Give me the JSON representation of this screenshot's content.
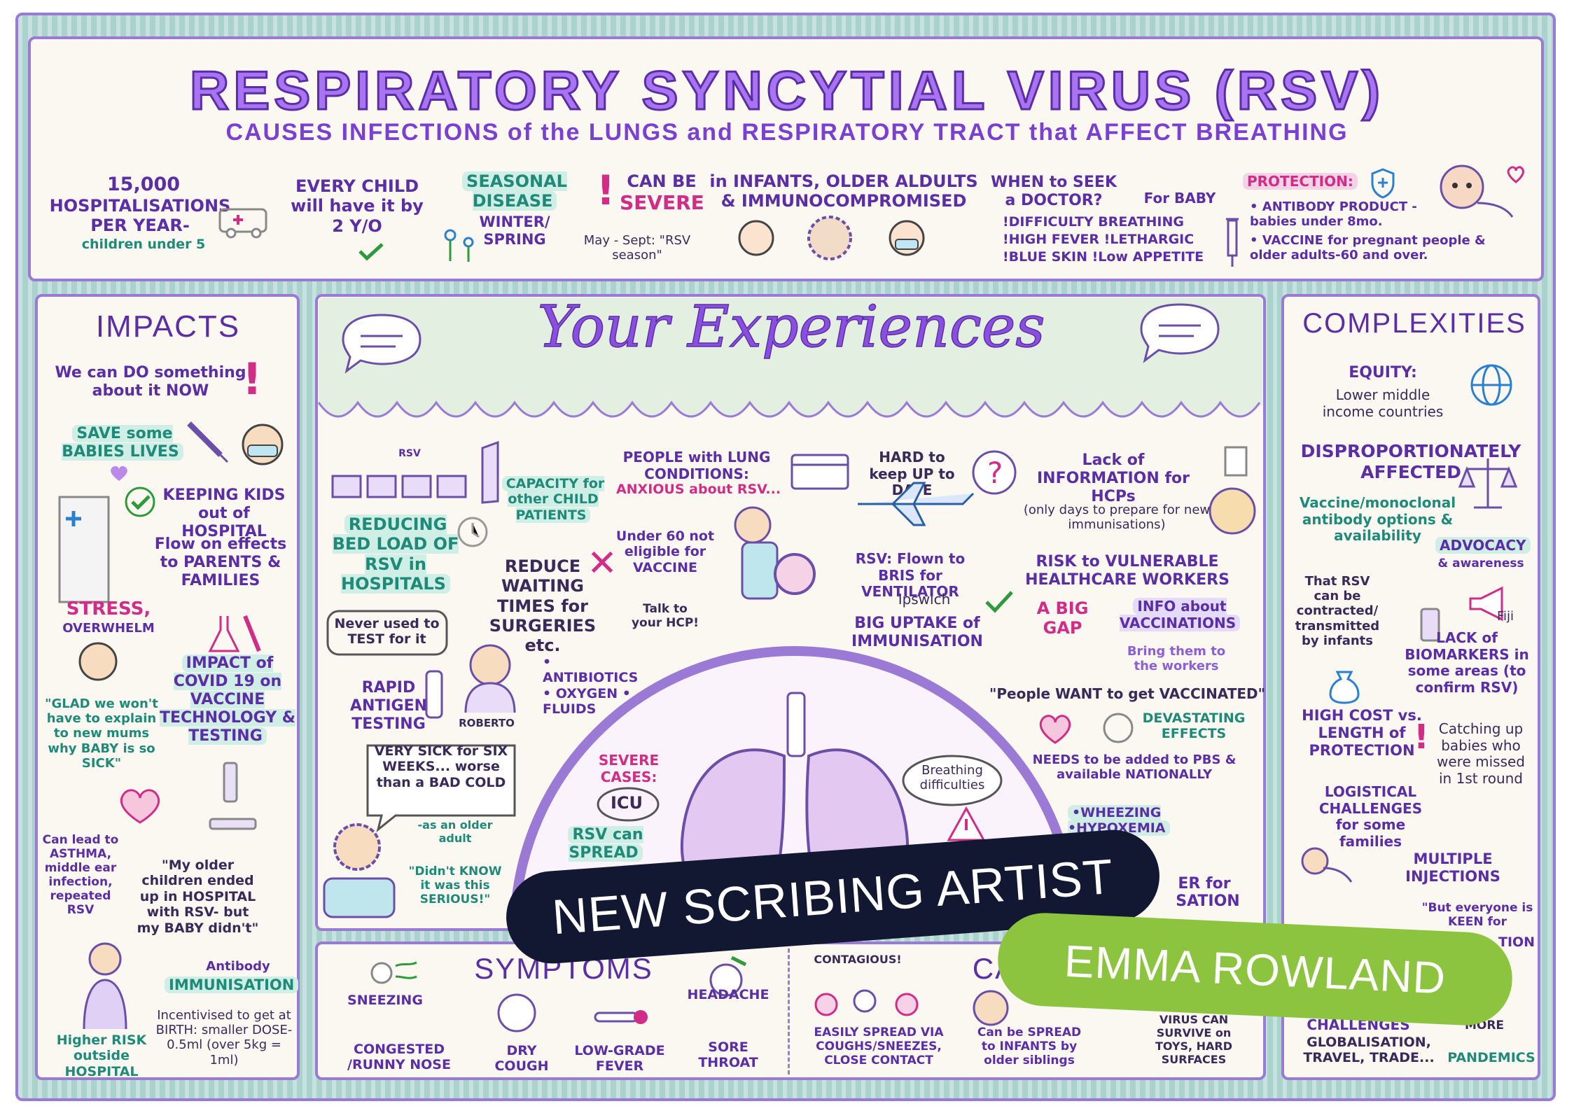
{
  "header": {
    "title": "RESPIRATORY SYNCYTIAL VIRUS (RSV)",
    "subtitle": "CAUSES INFECTIONS of the LUNGS and RESPIRATORY TRACT that AFFECT BREATHING",
    "hosp_num": "15,000",
    "hosp_text": "HOSPITALISATIONS PER YEAR-",
    "hosp_sub": "children under 5",
    "every_child": "EVERY CHILD will have it by 2 Y/O",
    "seasonal": "SEASONAL DISEASE",
    "winter": "WINTER/ SPRING",
    "may_sept": "May - Sept: \"RSV season\"",
    "can_be": "CAN BE",
    "severe": "SEVERE",
    "in_infants": "in INFANTS, OLDER ALDULTS & IMMUNOCOMPROMISED",
    "when_seek": "WHEN to SEEK a DOCTOR?",
    "for_baby": "For BABY",
    "sym1": "!DIFFICULTY BREATHING",
    "sym2": "!HIGH FEVER !LETHARGIC",
    "sym3": "!BLUE SKIN !Low APPETITE",
    "protection": "PROTECTION:",
    "prot1": "• ANTIBODY PRODUCT -babies under 8mo.",
    "prot2": "• VACCINE for pregnant people & older adults-60 and over."
  },
  "impacts": {
    "heading": "IMPACTS",
    "do_now": "We can DO something about it NOW",
    "save": "SAVE some BABIES LIVES",
    "keeping": "KEEPING KIDS out of HOSPITAL",
    "flow": "Flow on effects to PARENTS & FAMILIES",
    "stress": "STRESS,",
    "overwhelm": "OVERWHELM",
    "glad": "\"GLAD we won't have to explain to new mums why BABY is so SICK\"",
    "covid": "IMPACT of COVID 19 on VACCINE TECHNOLOGY & TESTING",
    "asthma": "Can lead to ASTHMA, middle ear infection, repeated RSV",
    "older_children": "\"My older children ended up in HOSPITAL with RSV- but my BABY didn't\"",
    "antibody": "Antibody",
    "immunisation": "IMMUNISATION",
    "incentivised": "Incentivised to get at BIRTH: smaller DOSE- 0.5ml (over 5kg = 1ml)",
    "higher_risk": "Higher RISK outside HOSPITAL"
  },
  "experiences": {
    "heading": "Your Experiences",
    "rsv_label": "RSV",
    "reducing": "REDUCING BED LOAD OF RSV in HOSPITALS",
    "capacity": "CAPACITY for other CHILD PATIENTS",
    "waiting": "REDUCE WAITING TIMES for SURGERIES etc.",
    "people_lung": "PEOPLE with LUNG CONDITIONS:",
    "anxious": "ANXIOUS about RSV...",
    "under60": "Under 60 not eligible for VACCINE",
    "hard_keep": "HARD to keep UP to DATE",
    "lack_info": "Lack of INFORMATION for HCPs",
    "only_days": "(only days to prepare for new immunisations)",
    "never_used": "Never used to TEST for it",
    "talk": "Talk to your HCP!",
    "flown": "RSV: Flown to BRIS for VENTILATOR",
    "ipswich": "Ipswich",
    "big_uptake": "BIG UPTAKE of IMMUNISATION",
    "risk_hcw": "RISK to VULNERABLE HEALTHCARE WORKERS",
    "big_gap": "A BIG GAP",
    "info_vacc": "INFO about VACCINATIONS",
    "bring": "Bring them to the workers",
    "rapid": "RAPID ANTIGEN TESTING",
    "roberto": "ROBERTO",
    "antibiotics": "• ANTIBIOTICS • OXYGEN • FLUIDS",
    "people_want": "\"People WANT to get VACCINATED\"",
    "devastating": "DEVASTATING EFFECTS",
    "very_sick": "VERY SICK for SIX WEEKS... worse than a BAD COLD",
    "older_adult": "-as an older adult",
    "didnt_know": "\"Didn't KNOW it was this SERIOUS!\"",
    "severe_cases": "SEVERE CASES:",
    "icu": "ICU",
    "rsv_spread": "RSV can SPREAD",
    "breathing": "Breathing difficulties",
    "needs_pbs": "NEEDS to be added to PBS & available NATIONALLY",
    "wheezing": "•WHEEZING •HYPOXEMIA",
    "er_for": "ER for",
    "sation": "SATION"
  },
  "complexities": {
    "heading": "COMPLEXITIES",
    "equity": "EQUITY:",
    "lower_middle": "Lower middle income countries",
    "dispro": "DISPROPORTIONATELY AFFECTED",
    "vaccine_mono": "Vaccine/monoclonal antibody options & availability",
    "advocacy": "ADVOCACY",
    "awareness": "& awareness",
    "that_rsv": "That RSV can be contracted/ transmitted by infants",
    "fiji": "Fiji",
    "lack_bio": "LACK of BIOMARKERS in some areas (to confirm RSV)",
    "high_cost": "HIGH COST vs. LENGTH of PROTECTION",
    "catching": "Catching up babies who were missed in 1st round",
    "logistical": "LOGISTICAL CHALLENGES for some families",
    "multiple": "MULTIPLE INJECTIONS",
    "but_everyone": "\"But everyone is KEEN for",
    "tion": "TION",
    "challenges": "CHALLENGES",
    "globalisation": "GLOBALISATION, TRAVEL, TRADE...",
    "more": "MORE",
    "pandemics": "PANDEMICS"
  },
  "symptoms": {
    "heading": "SYMPTOMS",
    "sneezing": "SNEEZING",
    "headache": "HEADACHE",
    "congested": "CONGESTED /RUNNY NOSE",
    "dry_cough": "DRY COUGH",
    "fever": "LOW-GRADE FEVER",
    "sore": "SORE THROAT"
  },
  "causes": {
    "heading": "CA",
    "contagious": "CONTAGIOUS!",
    "easily": "EASILY SPREAD VIA COUGHS/SNEEZES, CLOSE CONTACT",
    "spread_infants": "Can be SPREAD to INFANTS by older siblings",
    "virus": "VIRUS CAN SURVIVE on TOYS, HARD SURFACES"
  },
  "banner": {
    "line1": "NEW SCRIBING ARTIST",
    "line2": "EMMA ROWLAND"
  }
}
